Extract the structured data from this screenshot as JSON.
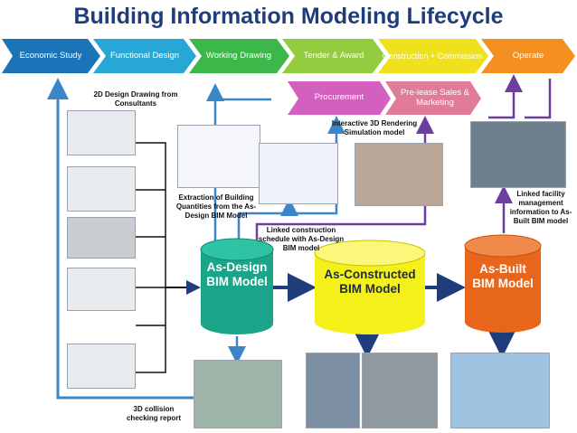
{
  "title": "Building Information Modeling Lifecycle",
  "phases": [
    {
      "label": "Economic Study",
      "color": "#1b74b8"
    },
    {
      "label": "Functional Design",
      "color": "#27a7d6"
    },
    {
      "label": "Working Drawing",
      "color": "#3cb84a"
    },
    {
      "label": "Tender & Award",
      "color": "#94cc3f"
    },
    {
      "label": "Construction + Commission",
      "color": "#efe11b"
    },
    {
      "label": "Operate",
      "color": "#f39020"
    }
  ],
  "sub_phases": [
    {
      "label": "Procurement",
      "color": "#d35fbf"
    },
    {
      "label": "Pre-lease Sales & Marketing",
      "color": "#e07b9a"
    }
  ],
  "captions": {
    "design_drawing": "2D Design Drawing from Consultants",
    "rendering": "Interactive 3D Rendering Simulation model",
    "quantities": "Extraction of Building Quantities from the As-Design BIM Model",
    "schedule": "Linked construction schedule with As-Design BIM model",
    "facility": "Linked facility management information to As-Built BIM model",
    "collision": "3D collision checking report"
  },
  "models": [
    {
      "label": "As-Design BIM Model",
      "color": "#1aa58a",
      "text_color": "#ffffff"
    },
    {
      "label": "As-Constructed BIM Model",
      "color": "#f4f01a",
      "text_color": "#1f2a44"
    },
    {
      "label": "As-Built BIM Model",
      "color": "#e8661c",
      "text_color": "#ffffff"
    }
  ],
  "colors": {
    "arrow_blue": "#3b86c6",
    "arrow_dark": "#1f3d7a",
    "arrow_purple": "#6b3fa0"
  }
}
